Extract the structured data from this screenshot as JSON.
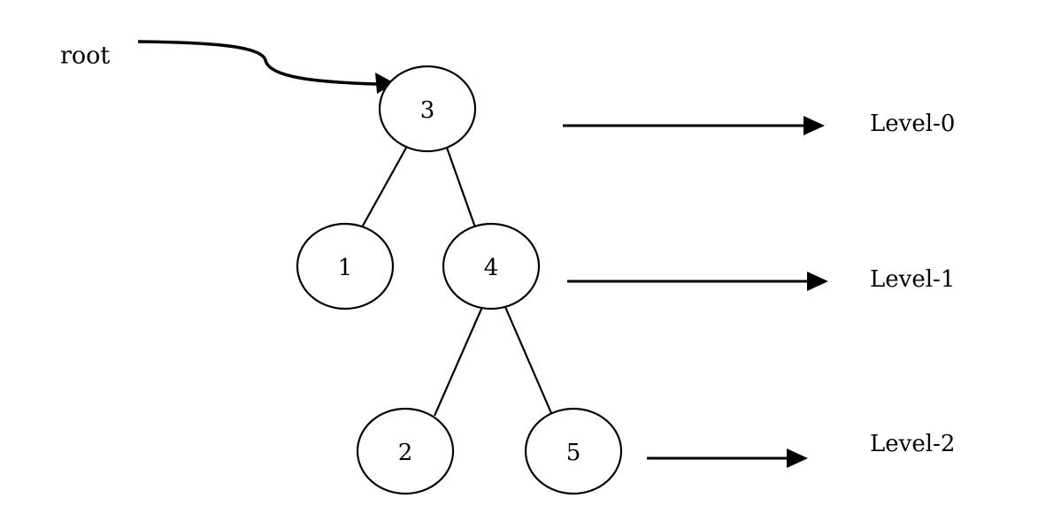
{
  "root_label": "root",
  "nodes": [
    {
      "id": "n3",
      "value": "3"
    },
    {
      "id": "n1",
      "value": "1"
    },
    {
      "id": "n4",
      "value": "4"
    },
    {
      "id": "n2",
      "value": "2"
    },
    {
      "id": "n5",
      "value": "5"
    }
  ],
  "edges": [
    {
      "from": "3",
      "to": "1"
    },
    {
      "from": "3",
      "to": "4"
    },
    {
      "from": "4",
      "to": "2"
    },
    {
      "from": "4",
      "to": "5"
    }
  ],
  "levels": [
    {
      "label": "Level-0",
      "nodes": [
        "3"
      ]
    },
    {
      "label": "Level-1",
      "nodes": [
        "1",
        "4"
      ]
    },
    {
      "label": "Level-2",
      "nodes": [
        "2",
        "5"
      ]
    }
  ],
  "colors": {
    "stroke": "#000000",
    "background": "#ffffff"
  }
}
